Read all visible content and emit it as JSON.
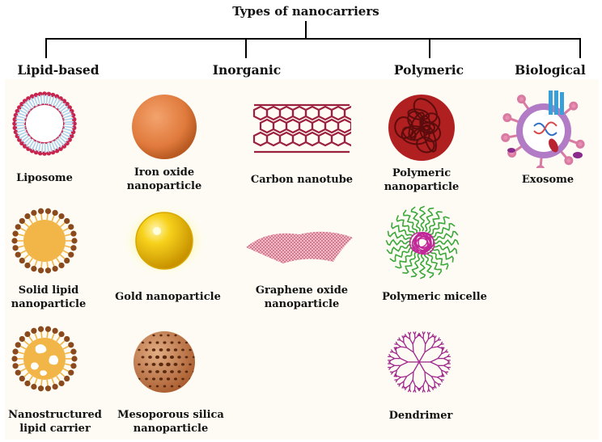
{
  "title": "Types of nanocarriers",
  "categories": {
    "lipid": "Lipid-based",
    "inorganic": "Inorganic",
    "polymeric": "Polymeric",
    "biological": "Biological"
  },
  "items": {
    "liposome": "Liposome",
    "iron_oxide": "Iron oxide\nnanoparticle",
    "carbon_nanotube": "Carbon nanotube",
    "polymeric_nanoparticle": "Polymeric\nnanoparticle",
    "exosome": "Exosome",
    "solid_lipid": "Solid lipid\nnanoparticle",
    "gold": "Gold nanoparticle",
    "graphene_oxide": "Graphene oxide\nnanoparticle",
    "polymeric_micelle": "Polymeric micelle",
    "nanostructured_lipid": "Nanostructured\nlipid carrier",
    "mesoporous_silica": "Mesoporous silica\nnanoparticle",
    "dendrimer": "Dendrimer"
  },
  "colors": {
    "liposome": "#c8244e",
    "lipid_head": "#8b4a1e",
    "lipid_core": "#f2b547",
    "iron_oxide": "#e07a3c",
    "gold": "#f0c21a",
    "silica": "#b76a3a",
    "carbon": "#9c2040",
    "polymer": "#9a1b1b",
    "micelle_tail": "#3aa83a",
    "micelle_head": "#c02898",
    "dendrimer": "#a0288c",
    "exosome": "#b27bc6"
  }
}
